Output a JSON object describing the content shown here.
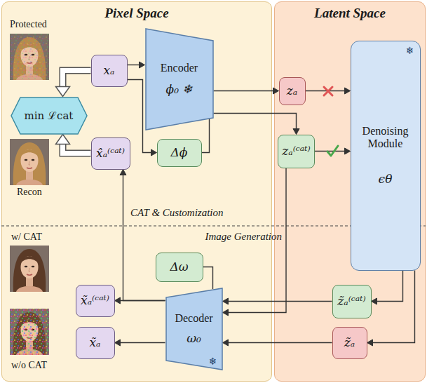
{
  "diagram": {
    "nodes": [
      {
        "text": [
          "Pixel Space"
        ]
      },
      {
        "text": [
          "Latent Space"
        ]
      },
      {
        "text": [
          "xₐ"
        ],
        "in": 0
      },
      {
        "text": [
          "Encoder",
          "ϕ₀ ❄"
        ],
        "in": 0
      },
      {
        "text": [
          "zₐ"
        ],
        "in": 1
      },
      {
        "text": [
          "Denoising Module",
          "ϵθ",
          "❄"
        ],
        "in": 1
      },
      {
        "text": [
          "min ℒcat"
        ],
        "in": 0
      },
      {
        "text": [
          "x̂ₐ⁽ᶜᵃᵗ⁾"
        ],
        "in": 0
      },
      {
        "text": [
          "Δϕ"
        ],
        "in": 0
      },
      {
        "text": [
          "zₐ⁽ᶜᵃᵗ⁾"
        ],
        "in": 1
      },
      {
        "text": [
          "Δω"
        ],
        "in": 0
      },
      {
        "text": [
          "x̃ₐ⁽ᶜᵃᵗ⁾"
        ],
        "in": 0
      },
      {
        "text": [
          "Decoder",
          "ω₀",
          "❄"
        ],
        "in": 0
      },
      {
        "text": [
          "z̃ₐ⁽ᶜᵃᵗ⁾"
        ],
        "in": 1
      },
      {
        "text": [
          "x̃ₐ"
        ],
        "in": 0
      },
      {
        "text": [
          "z̃ₐ"
        ],
        "in": 1
      }
    ],
    "edges": [
      {
        "from": 2,
        "to": 3,
        "arrow": "to"
      },
      {
        "from": 2,
        "to": 8,
        "arrow": "to"
      },
      {
        "from": 8,
        "to": 3,
        "arrow": "none"
      },
      {
        "from": 3,
        "to": 4,
        "arrow": "to"
      },
      {
        "from": 3,
        "to": 9,
        "arrow": "to"
      },
      {
        "from": 4,
        "to": 5,
        "arrow": "to"
      },
      {
        "from": 9,
        "to": 5,
        "arrow": "to"
      },
      {
        "from": 2,
        "to": 6,
        "arrow": "to"
      },
      {
        "from": 7,
        "to": 6,
        "arrow": "to"
      },
      {
        "from": 9,
        "to": 12,
        "arrow": "to"
      },
      {
        "from": 5,
        "to": 13,
        "arrow": "to"
      },
      {
        "from": 5,
        "to": 15,
        "arrow": "to"
      },
      {
        "from": 13,
        "to": 12,
        "arrow": "to"
      },
      {
        "from": 15,
        "to": 12,
        "arrow": "to"
      },
      {
        "from": 12,
        "to": 11,
        "arrow": "to"
      },
      {
        "from": 12,
        "to": 14,
        "arrow": "to"
      },
      {
        "from": 12,
        "to": 7,
        "arrow": "to"
      },
      {
        "from": 10,
        "to": 12,
        "arrow": "none"
      }
    ],
    "labels": [
      "Protected",
      "Recon",
      "CAT & Customization",
      "Image Generation",
      "w/ CAT",
      "w/o CAT"
    ]
  }
}
